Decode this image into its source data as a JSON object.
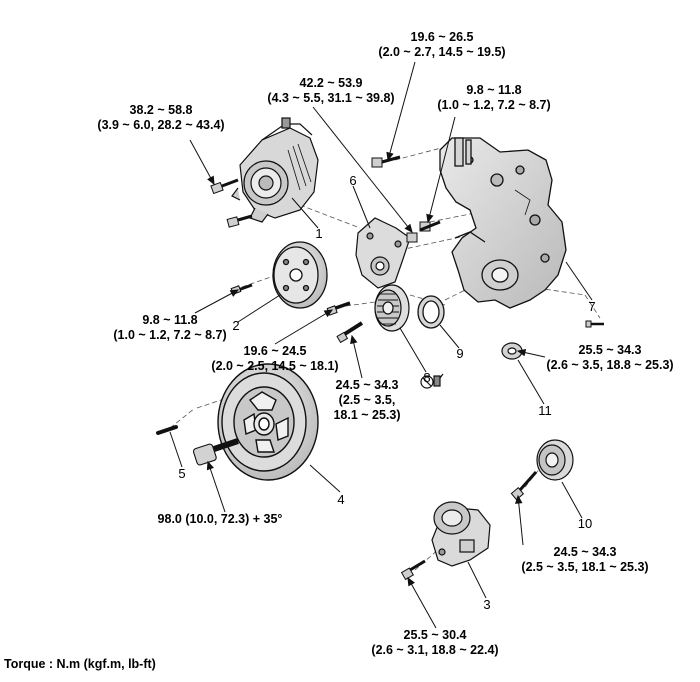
{
  "diagram": {
    "footer": "Torque : N.m (kgf.m, lb-ft)",
    "callouts": [
      {
        "id": "t1",
        "lines": [
          "38.2 ~ 58.8",
          "(3.9 ~ 6.0, 28.2 ~ 43.4)"
        ]
      },
      {
        "id": "t2",
        "lines": [
          "42.2 ~ 53.9",
          "(4.3 ~ 5.5, 31.1 ~ 39.8)"
        ]
      },
      {
        "id": "t3",
        "lines": [
          "19.6 ~ 26.5",
          "(2.0 ~ 2.7, 14.5 ~ 19.5)"
        ]
      },
      {
        "id": "t4",
        "lines": [
          "9.8 ~ 11.8",
          "(1.0 ~ 1.2, 7.2 ~ 8.7)"
        ]
      },
      {
        "id": "t5",
        "lines": [
          "9.8 ~ 11.8",
          "(1.0 ~ 1.2, 7.2 ~ 8.7)"
        ]
      },
      {
        "id": "t6",
        "lines": [
          "19.6 ~ 24.5",
          "(2.0 ~ 2.5, 14.5 ~ 18.1)"
        ]
      },
      {
        "id": "t7",
        "lines": [
          "24.5 ~ 34.3",
          "(2.5 ~ 3.5,",
          "18.1 ~ 25.3)"
        ]
      },
      {
        "id": "t8",
        "lines": [
          "25.5 ~ 34.3",
          "(2.6 ~ 3.5, 18.8 ~ 25.3)"
        ]
      },
      {
        "id": "t9",
        "lines": [
          "98.0 (10.0, 72.3) + 35°"
        ]
      },
      {
        "id": "t10",
        "lines": [
          "24.5 ~ 34.3",
          "(2.5 ~ 3.5, 18.1 ~ 25.3)"
        ]
      },
      {
        "id": "t11",
        "lines": [
          "25.5 ~ 30.4",
          "(2.6 ~ 3.1, 18.8 ~ 22.4)"
        ]
      }
    ],
    "part_numbers": [
      "1",
      "2",
      "3",
      "4",
      "5",
      "6",
      "7",
      "8",
      "9",
      "10",
      "11"
    ]
  }
}
